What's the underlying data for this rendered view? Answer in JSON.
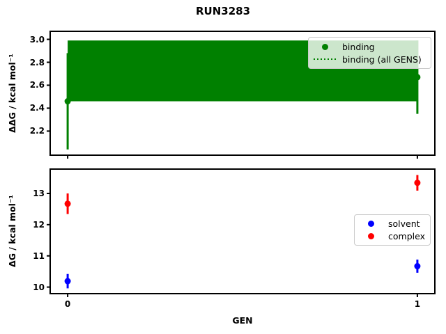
{
  "figure": {
    "title": "RUN3283",
    "background": "#ffffff"
  },
  "colors": {
    "binding": "#008000",
    "solvent": "#0000ff",
    "complex": "#ff0000",
    "axis": "#000000",
    "legend_border": "#c9c9c9"
  },
  "chart_data": [
    {
      "type": "scatter",
      "subplot": "top",
      "title": "RUN3283",
      "xlabel": "",
      "ylabel": "ΔΔG / kcal mol⁻¹",
      "xlim": [
        -0.05,
        1.05
      ],
      "ylim": [
        1.99,
        3.07
      ],
      "grid": false,
      "ytick_values": [
        2.2,
        2.4,
        2.6,
        2.8,
        3.0
      ],
      "ytick_labels": [
        "2.2",
        "2.4",
        "2.6",
        "2.8",
        "3.0"
      ],
      "xtick_values": [
        0,
        1
      ],
      "xtick_labels": [
        "0",
        "1"
      ],
      "show_xtick_labels": false,
      "series": [
        {
          "name": "binding",
          "color": "#008000",
          "marker": "circle",
          "x": [
            0,
            1
          ],
          "y": [
            2.46,
            2.67
          ],
          "yerr": [
            0.42,
            0.32
          ]
        }
      ],
      "band": {
        "name": "binding (all GENS)",
        "color": "#008000",
        "x": [
          0,
          1
        ],
        "low": 2.46,
        "high": 2.99,
        "center_linestyle": "dotted"
      },
      "legend": {
        "position": "upper right",
        "entries": [
          {
            "label": "binding",
            "marker": "dot",
            "color": "#008000"
          },
          {
            "label": "binding (all GENS)",
            "marker": "dotted-line",
            "color": "#008000"
          }
        ]
      }
    },
    {
      "type": "scatter",
      "subplot": "bottom",
      "xlabel": "GEN",
      "ylabel": "ΔG / kcal mol⁻¹",
      "xlim": [
        -0.05,
        1.05
      ],
      "ylim": [
        9.79,
        13.78
      ],
      "grid": false,
      "ytick_values": [
        10,
        11,
        12,
        13
      ],
      "ytick_labels": [
        "10",
        "11",
        "12",
        "13"
      ],
      "xtick_values": [
        0,
        1
      ],
      "xtick_labels": [
        "0",
        "1"
      ],
      "show_xtick_labels": true,
      "series": [
        {
          "name": "solvent",
          "color": "#0000ff",
          "marker": "circle",
          "x": [
            0,
            1
          ],
          "y": [
            10.19,
            10.67
          ],
          "yerr": [
            0.23,
            0.21
          ]
        },
        {
          "name": "complex",
          "color": "#ff0000",
          "marker": "circle",
          "x": [
            0,
            1
          ],
          "y": [
            12.67,
            13.34
          ],
          "yerr": [
            0.33,
            0.25
          ]
        }
      ],
      "legend": {
        "position": "center right",
        "entries": [
          {
            "label": "solvent",
            "marker": "dot",
            "color": "#0000ff"
          },
          {
            "label": "complex",
            "marker": "dot",
            "color": "#ff0000"
          }
        ]
      }
    }
  ]
}
